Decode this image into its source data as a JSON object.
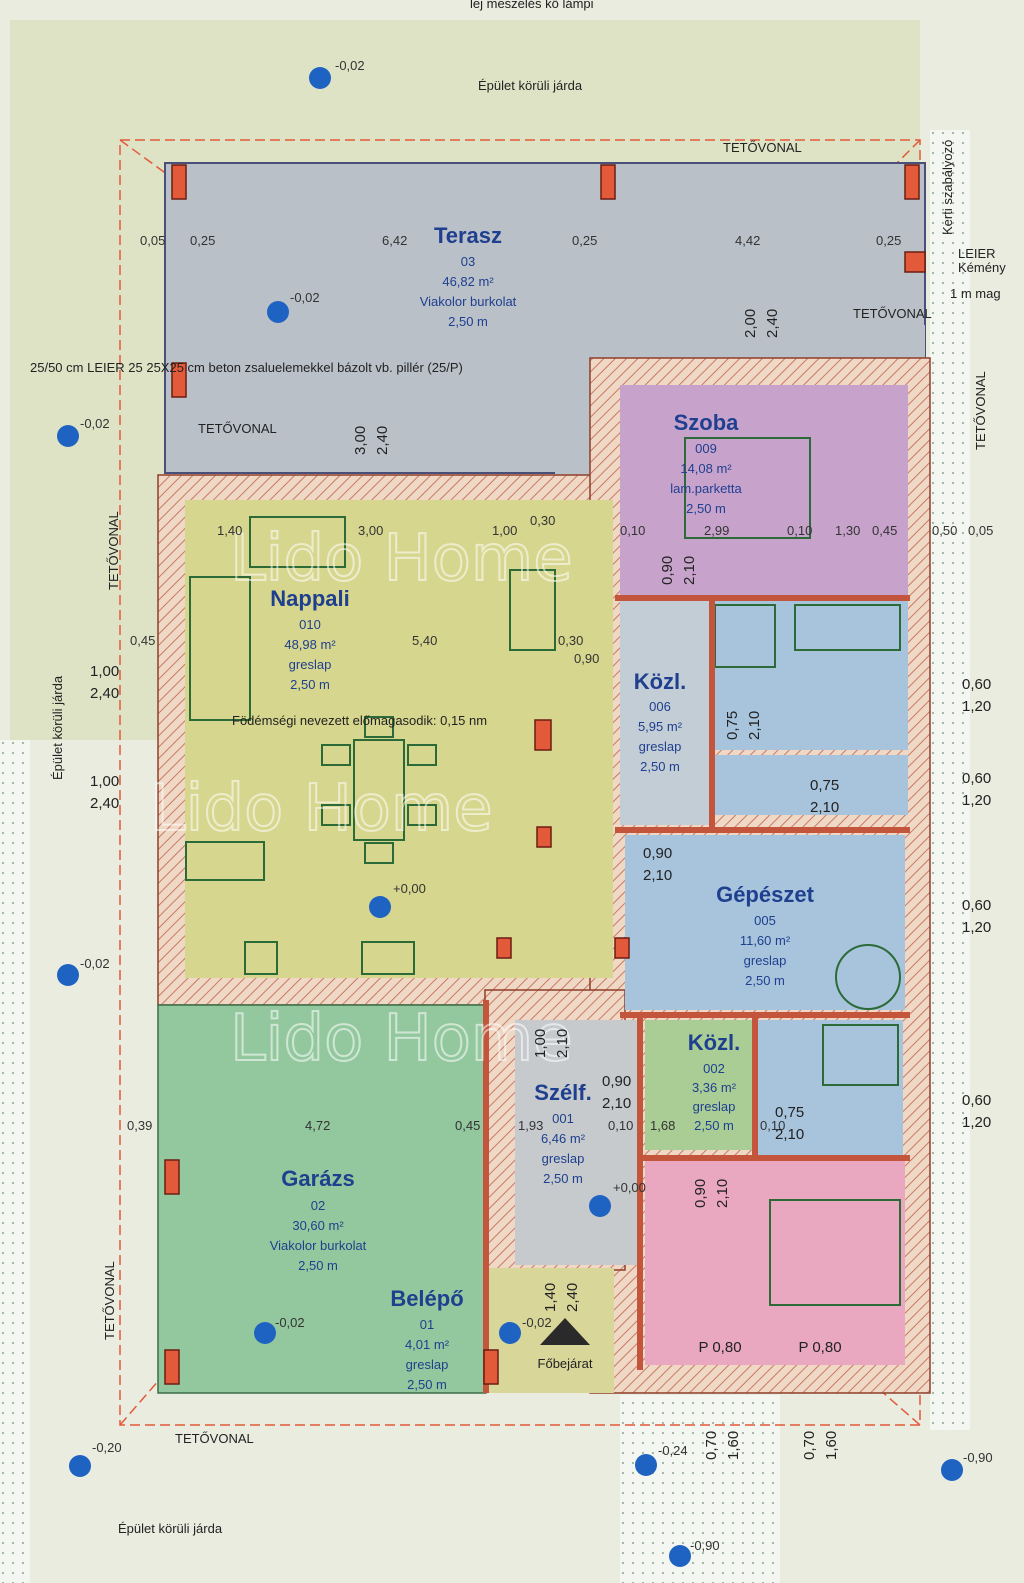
{
  "top_note": "lej meszelés kő lámpi",
  "roof_line_label": "TETŐVONAL",
  "walkway_label": "Épület körüli járda",
  "watermark": "Lido Home",
  "rooms": [
    {
      "key": "terasz",
      "name": "Terasz",
      "num": "03",
      "area": "46,82 m²",
      "floor": "Viakolor burkolat",
      "height": "2,50 m",
      "color": "#b9c0c8"
    },
    {
      "key": "szoba",
      "name": "Szoba",
      "num": "009",
      "area": "14,08 m²",
      "floor": "lam.parketta",
      "height": "2,50 m",
      "color": "#c7a3cc"
    },
    {
      "key": "nappali",
      "name": "Nappali",
      "num": "010",
      "area": "48,98 m²",
      "floor": "greslap",
      "height": "2,50 m",
      "color": "#d7d68e"
    },
    {
      "key": "kozl1",
      "name": "Közl.",
      "num": "006",
      "area": "5,95 m²",
      "floor": "greslap",
      "height": "2,50 m",
      "color": "#c3cdd6"
    },
    {
      "key": "gepeszet",
      "name": "Gépészet",
      "num": "005",
      "area": "11,60 m²",
      "floor": "greslap",
      "height": "2,50 m",
      "color": "#a7c4dc"
    },
    {
      "key": "kozl2",
      "name": "Közl.",
      "num": "002",
      "area": "3,36 m²",
      "floor": "greslap",
      "height": "2,50 m",
      "color": "#aacd96"
    },
    {
      "key": "szelf",
      "name": "Szélf.",
      "num": "001",
      "area": "6,46 m²",
      "floor": "greslap",
      "height": "2,50 m",
      "color": "#c6cacd"
    },
    {
      "key": "garazs",
      "name": "Garázs",
      "num": "02",
      "area": "30,60 m²",
      "floor": "Viakolor burkolat",
      "height": "2,50 m",
      "color": "#93c89e"
    },
    {
      "key": "belepo",
      "name": "Belépő",
      "num": "01",
      "area": "4,01 m²",
      "floor": "greslap",
      "height": "2,50 m",
      "color": "#d9d69a"
    }
  ],
  "entrance_label": "Főbejárat",
  "bedroom_labels": [
    "P 0,80",
    "P 0,80"
  ],
  "levels": [
    "-0,02",
    "-0,02",
    "-0,02",
    "-0,02",
    "+0,00",
    "-0,02",
    "+0,00",
    "-0,02",
    "-0,20",
    "-0,24",
    "-0,90",
    "-0,90"
  ],
  "dims_top": [
    "0,05",
    "0,25",
    "6,42",
    "0,25",
    "4,42",
    "0,25"
  ],
  "dims_nappali": [
    "1,40",
    "3,00",
    "1,00",
    "0,30",
    "0,45",
    "5,40",
    "0,30",
    "0,90"
  ],
  "dims_szoba": [
    "0,10",
    "2,99",
    "0,10",
    "1,30",
    "0,45",
    "0,50",
    "0,05"
  ],
  "dims_garazs": [
    "0,39",
    "4,72",
    "0,45",
    "1,93",
    "0,10",
    "1,68",
    "0,10"
  ],
  "opening_pairs": [
    [
      "2,00",
      "2,40"
    ],
    [
      "3,00",
      "2,40"
    ],
    [
      "1,00",
      "2,40"
    ],
    [
      "1,00",
      "2,40"
    ],
    [
      "0,60",
      "1,20"
    ],
    [
      "0,60",
      "1,20"
    ],
    [
      "0,60",
      "1,20"
    ],
    [
      "0,60",
      "1,20"
    ],
    [
      "0,90",
      "2,10"
    ],
    [
      "0,90",
      "2,10"
    ],
    [
      "0,75",
      "2,10"
    ],
    [
      "0,75",
      "2,10"
    ],
    [
      "1,00",
      "2,10"
    ],
    [
      "0,90",
      "2,10"
    ],
    [
      "0,75",
      "2,10"
    ],
    [
      "0,90",
      "2,10"
    ],
    [
      "1,40",
      "2,40"
    ],
    [
      "0,70",
      "1,60"
    ],
    [
      "0,70",
      "1,60"
    ]
  ],
  "side_notes": [
    "LEIER",
    "Kémény",
    "1 m mag",
    "Kerti szabályozó"
  ],
  "pillar_note": "25/50 cm LEIER 25 25X25 cm beton zsaluelemekkel bázolt vb. pillér (25/P)",
  "kitchen_note": "Födémségi nevezett előmagasodik: 0,15 nm",
  "colors": {
    "wall": "#c2553c",
    "hatch": "#dca08d",
    "roof": "#e25a3a",
    "text": "#1f3f8f"
  }
}
